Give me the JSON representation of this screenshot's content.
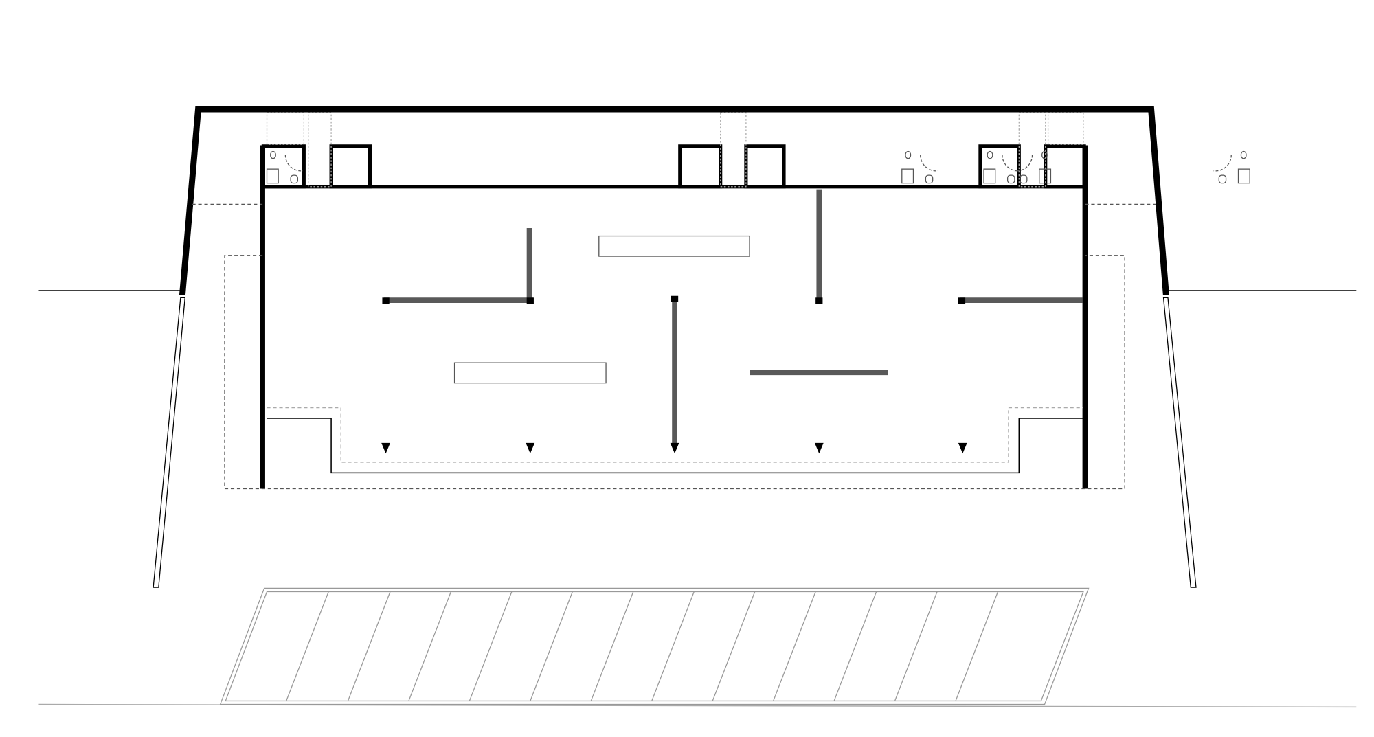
{
  "colors": {
    "wall": "#000000",
    "partition": "#595959",
    "dashed": "#555555",
    "light": "#999999",
    "background": "#ffffff"
  },
  "plan": {
    "toilet_module_count": 6,
    "display_wall_count": 6,
    "display_table_count": 2,
    "parking_bay_count": 13,
    "entrance_marker_count": 5
  }
}
